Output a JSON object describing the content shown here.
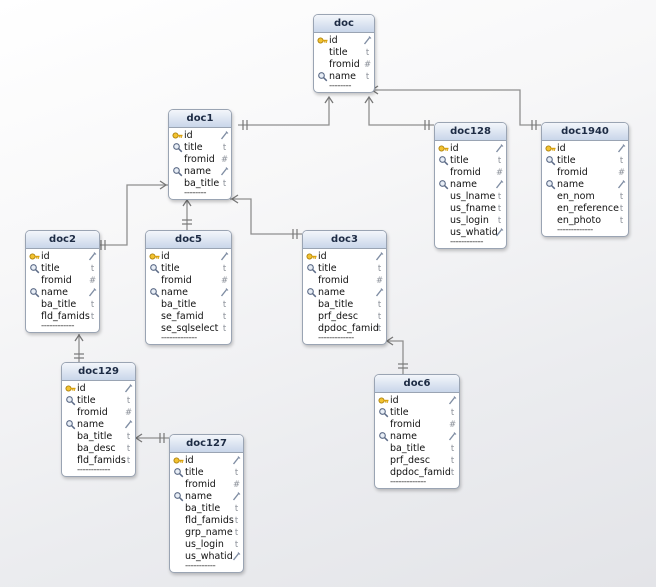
{
  "diagram": {
    "tables": [
      {
        "id": "doc",
        "name": "doc",
        "columns": [
          {
            "name": "id",
            "key": "pk",
            "type": "num"
          },
          {
            "name": "title",
            "key": "",
            "type": "text"
          },
          {
            "name": "fromid",
            "key": "",
            "type": "hash"
          },
          {
            "name": "name",
            "key": "idx",
            "type": "text"
          }
        ],
        "more": "--------"
      },
      {
        "id": "doc1",
        "name": "doc1",
        "columns": [
          {
            "name": "id",
            "key": "pk",
            "type": "num"
          },
          {
            "name": "title",
            "key": "idx",
            "type": "text"
          },
          {
            "name": "fromid",
            "key": "",
            "type": "hash"
          },
          {
            "name": "name",
            "key": "idx",
            "type": "num"
          },
          {
            "name": "ba_title",
            "key": "",
            "type": "text"
          }
        ],
        "more": "--------"
      },
      {
        "id": "doc128",
        "name": "doc128",
        "columns": [
          {
            "name": "id",
            "key": "pk",
            "type": "num"
          },
          {
            "name": "title",
            "key": "idx",
            "type": "text"
          },
          {
            "name": "fromid",
            "key": "",
            "type": "hash"
          },
          {
            "name": "name",
            "key": "idx",
            "type": "num"
          },
          {
            "name": "us_lname",
            "key": "",
            "type": "text"
          },
          {
            "name": "us_fname",
            "key": "",
            "type": "text"
          },
          {
            "name": "us_login",
            "key": "",
            "type": "text"
          },
          {
            "name": "us_whatid",
            "key": "",
            "type": "num"
          }
        ],
        "more": "------------"
      },
      {
        "id": "doc1940",
        "name": "doc1940",
        "columns": [
          {
            "name": "id",
            "key": "pk",
            "type": "num"
          },
          {
            "name": "title",
            "key": "idx",
            "type": "text"
          },
          {
            "name": "fromid",
            "key": "",
            "type": "hash"
          },
          {
            "name": "name",
            "key": "idx",
            "type": "num"
          },
          {
            "name": "en_nom",
            "key": "",
            "type": "text"
          },
          {
            "name": "en_reference",
            "key": "",
            "type": "text"
          },
          {
            "name": "en_photo",
            "key": "",
            "type": "text"
          }
        ],
        "more": "-------------"
      },
      {
        "id": "doc2",
        "name": "doc2",
        "columns": [
          {
            "name": "id",
            "key": "pk",
            "type": "num"
          },
          {
            "name": "title",
            "key": "idx",
            "type": "text"
          },
          {
            "name": "fromid",
            "key": "",
            "type": "hash"
          },
          {
            "name": "name",
            "key": "idx",
            "type": "num"
          },
          {
            "name": "ba_title",
            "key": "",
            "type": "text"
          },
          {
            "name": "fld_famids",
            "key": "",
            "type": "text"
          }
        ],
        "more": "------------"
      },
      {
        "id": "doc5",
        "name": "doc5",
        "columns": [
          {
            "name": "id",
            "key": "pk",
            "type": "num"
          },
          {
            "name": "title",
            "key": "idx",
            "type": "text"
          },
          {
            "name": "fromid",
            "key": "",
            "type": "hash"
          },
          {
            "name": "name",
            "key": "idx",
            "type": "num"
          },
          {
            "name": "ba_title",
            "key": "",
            "type": "text"
          },
          {
            "name": "se_famid",
            "key": "",
            "type": "text"
          },
          {
            "name": "se_sqlselect",
            "key": "",
            "type": "text"
          }
        ],
        "more": "-------------"
      },
      {
        "id": "doc3",
        "name": "doc3",
        "columns": [
          {
            "name": "id",
            "key": "pk",
            "type": "num"
          },
          {
            "name": "title",
            "key": "idx",
            "type": "text"
          },
          {
            "name": "fromid",
            "key": "",
            "type": "hash"
          },
          {
            "name": "name",
            "key": "idx",
            "type": "num"
          },
          {
            "name": "ba_title",
            "key": "",
            "type": "text"
          },
          {
            "name": "prf_desc",
            "key": "",
            "type": "text"
          },
          {
            "name": "dpdoc_famid",
            "key": "",
            "type": "text"
          }
        ],
        "more": "-------------"
      },
      {
        "id": "doc129",
        "name": "doc129",
        "columns": [
          {
            "name": "id",
            "key": "pk",
            "type": "num"
          },
          {
            "name": "title",
            "key": "idx",
            "type": "text"
          },
          {
            "name": "fromid",
            "key": "",
            "type": "hash"
          },
          {
            "name": "name",
            "key": "idx",
            "type": "num"
          },
          {
            "name": "ba_title",
            "key": "",
            "type": "text"
          },
          {
            "name": "ba_desc",
            "key": "",
            "type": "text"
          },
          {
            "name": "fld_famids",
            "key": "",
            "type": "text"
          }
        ],
        "more": "------------"
      },
      {
        "id": "doc6",
        "name": "doc6",
        "columns": [
          {
            "name": "id",
            "key": "pk",
            "type": "num"
          },
          {
            "name": "title",
            "key": "idx",
            "type": "text"
          },
          {
            "name": "fromid",
            "key": "",
            "type": "hash"
          },
          {
            "name": "name",
            "key": "idx",
            "type": "num"
          },
          {
            "name": "ba_title",
            "key": "",
            "type": "text"
          },
          {
            "name": "prf_desc",
            "key": "",
            "type": "text"
          },
          {
            "name": "dpdoc_famid",
            "key": "",
            "type": "text"
          }
        ],
        "more": "-------------"
      },
      {
        "id": "doc127",
        "name": "doc127",
        "columns": [
          {
            "name": "id",
            "key": "pk",
            "type": "num"
          },
          {
            "name": "title",
            "key": "idx",
            "type": "text"
          },
          {
            "name": "fromid",
            "key": "",
            "type": "hash"
          },
          {
            "name": "name",
            "key": "idx",
            "type": "num"
          },
          {
            "name": "ba_title",
            "key": "",
            "type": "text"
          },
          {
            "name": "fld_famids",
            "key": "",
            "type": "text"
          },
          {
            "name": "grp_name",
            "key": "",
            "type": "text"
          },
          {
            "name": "us_login",
            "key": "",
            "type": "text"
          },
          {
            "name": "us_whatid",
            "key": "",
            "type": "num"
          }
        ],
        "more": "-----------"
      }
    ],
    "relations": [
      {
        "from": "doc1",
        "to": "doc"
      },
      {
        "from": "doc128",
        "to": "doc"
      },
      {
        "from": "doc1940",
        "to": "doc"
      },
      {
        "from": "doc2",
        "to": "doc1"
      },
      {
        "from": "doc5",
        "to": "doc1"
      },
      {
        "from": "doc3",
        "to": "doc1"
      },
      {
        "from": "doc129",
        "to": "doc2"
      },
      {
        "from": "doc127",
        "to": "doc129"
      },
      {
        "from": "doc6",
        "to": "doc3"
      }
    ]
  }
}
